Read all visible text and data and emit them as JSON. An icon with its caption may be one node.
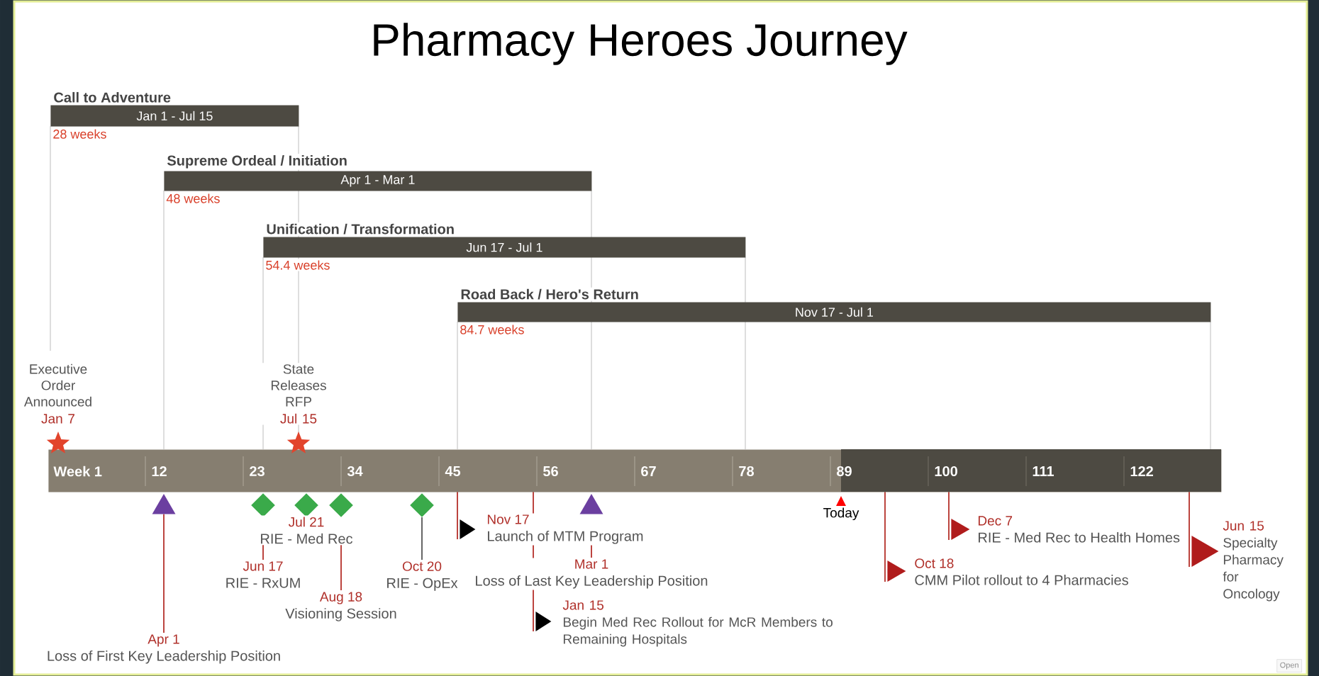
{
  "diagram": {
    "title": "Pharmacy Heroes Journey",
    "nodes": [
      {
        "text": [
          "Call to Adventure",
          "Jan 1 - Jul 15"
        ],
        "beside": [
          "28 weeks"
        ]
      },
      {
        "text": [
          "Supreme Ordeal / Initiation",
          "Apr 1 - Mar 1"
        ],
        "beside": [
          "48 weeks"
        ]
      },
      {
        "text": [
          "Unification / Transformation",
          "Jun 17 - Jul 1"
        ],
        "beside": [
          "54.4 weeks"
        ]
      },
      {
        "text": [
          "Road Back / Hero's Return",
          "Nov 17 - Jul 1"
        ],
        "beside": [
          "84.7 weeks"
        ]
      },
      {
        "text": [
          "Executive Order Announced",
          "Jan 7"
        ]
      },
      {
        "text": [
          "State Releases RFP",
          "Jul 15"
        ]
      },
      {
        "text": [],
        "shape": "triangle"
      },
      {
        "text": [
          "Apr 1",
          "Loss of First Key Leadership Position"
        ]
      },
      {
        "text": [],
        "shape": "diamond"
      },
      {
        "text": [
          "Jun 17",
          "RIE - RxUM"
        ]
      },
      {
        "text": [],
        "shape": "diamond"
      },
      {
        "text": [
          "Jul 21",
          "RIE - Med Rec"
        ]
      },
      {
        "text": [],
        "shape": "diamond"
      },
      {
        "text": [
          "Aug 18",
          "Visioning Session"
        ]
      },
      {
        "text": [],
        "shape": "diamond"
      },
      {
        "text": [
          "Oct 20",
          "RIE - OpEx"
        ]
      },
      {
        "text": [],
        "shape": "flag"
      },
      {
        "text": [
          "Nov 17",
          "Launch of MTM Program"
        ]
      },
      {
        "text": [],
        "shape": "triangle"
      },
      {
        "text": [
          "Mar 1",
          "Loss of Last Key Leadership Position"
        ]
      },
      {
        "text": [],
        "shape": "flag"
      },
      {
        "text": [
          "Jan 15",
          "Begin Med Rec Rollout for McR Members to Remaining Hospitals"
        ]
      },
      {
        "text": [],
        "shape": "flag"
      },
      {
        "text": [
          "Oct 18",
          "CMM Pilot rollout to 4 Pharmacies"
        ]
      },
      {
        "text": [],
        "shape": "flag"
      },
      {
        "text": [
          "Dec 7",
          "RIE - Med Rec to Health Homes"
        ]
      },
      {
        "text": [],
        "shape": "flag"
      },
      {
        "text": [
          "Jun 15",
          "Specialty Pharmacy for Oncology"
        ]
      },
      {
        "text": [],
        "shape": "bar"
      }
    ],
    "edges": [
      {
        "from": 7,
        "to": 6,
        "arrow": "none"
      },
      {
        "from": 9,
        "to": 8,
        "arrow": "none"
      },
      {
        "from": 13,
        "to": 12,
        "arrow": "none"
      },
      {
        "from": 15,
        "to": 14,
        "arrow": "none",
        "color": "#555555"
      },
      {
        "from": 19,
        "to": 18,
        "arrow": "none"
      },
      {
        "from": 28,
        "to": 16,
        "arrow": "none"
      },
      {
        "from": 28,
        "to": 20,
        "arrow": "none"
      },
      {
        "from": 28,
        "to": 22,
        "arrow": "none"
      },
      {
        "from": 28,
        "to": 24,
        "arrow": "none"
      },
      {
        "from": 28,
        "to": 26,
        "arrow": "none"
      }
    ],
    "labels": [
      "Week 1",
      "12",
      "23",
      "34",
      "45",
      "56",
      "67",
      "78",
      "89",
      "100",
      "111",
      "122",
      "Today",
      "Open"
    ]
  }
}
